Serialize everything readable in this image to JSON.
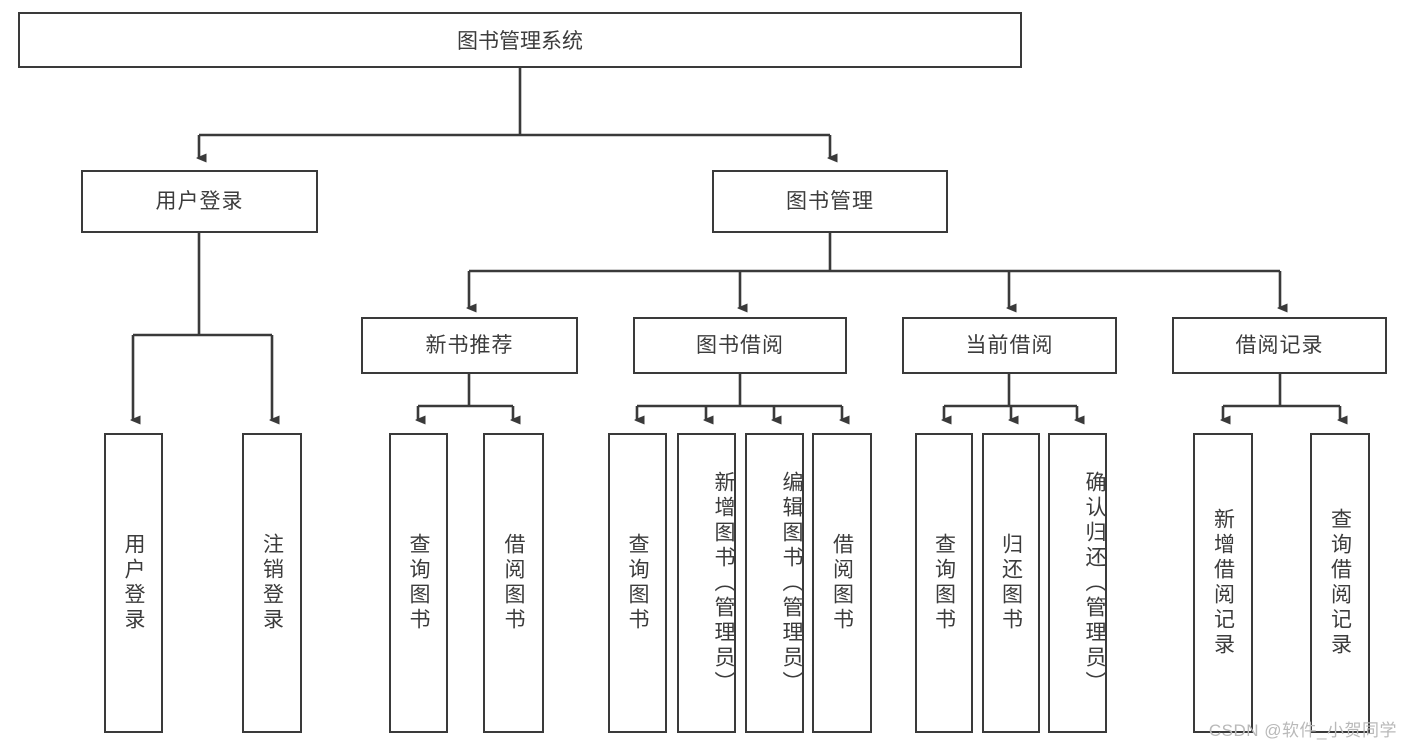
{
  "diagram": {
    "type": "tree",
    "title": "图书管理系统",
    "root": {
      "id": "root",
      "label": "图书管理系统"
    },
    "level2": [
      {
        "id": "user-login",
        "label": "用户登录"
      },
      {
        "id": "book-manage",
        "label": "图书管理"
      }
    ],
    "level3": [
      {
        "id": "new-book-rec",
        "label": "新书推荐"
      },
      {
        "id": "book-borrow",
        "label": "图书借阅"
      },
      {
        "id": "current-borrow",
        "label": "当前借阅"
      },
      {
        "id": "borrow-record",
        "label": "借阅记录"
      }
    ],
    "leaves": {
      "user_login": [
        {
          "id": "leaf-user-login",
          "label": "用户登录"
        },
        {
          "id": "leaf-logout-login",
          "label": "注销登录"
        }
      ],
      "new_book_rec": [
        {
          "id": "leaf-query-book-1",
          "label": "查询图书"
        },
        {
          "id": "leaf-borrow-book-1",
          "label": "借阅图书"
        }
      ],
      "book_borrow": [
        {
          "id": "leaf-query-book-2",
          "label": "查询图书"
        },
        {
          "id": "leaf-add-book",
          "label": "新增图书（管理员）"
        },
        {
          "id": "leaf-edit-book",
          "label": "编辑图书（管理员）"
        },
        {
          "id": "leaf-borrow-book-2",
          "label": "借阅图书"
        }
      ],
      "current_borrow": [
        {
          "id": "leaf-query-book-3",
          "label": "查询图书"
        },
        {
          "id": "leaf-return-book",
          "label": "归还图书"
        },
        {
          "id": "leaf-confirm-return",
          "label": "确认归还（管理员）"
        }
      ],
      "borrow_record": [
        {
          "id": "leaf-add-record",
          "label": "新增借阅记录"
        },
        {
          "id": "leaf-query-record",
          "label": "查询借阅记录"
        }
      ]
    }
  },
  "watermark": {
    "text": "CSDN @软件_小贺同学"
  },
  "colors": {
    "border": "#3a3a3a",
    "text": "#3c3c3c",
    "background": "#ffffff",
    "watermark": "#b9b9b9"
  }
}
